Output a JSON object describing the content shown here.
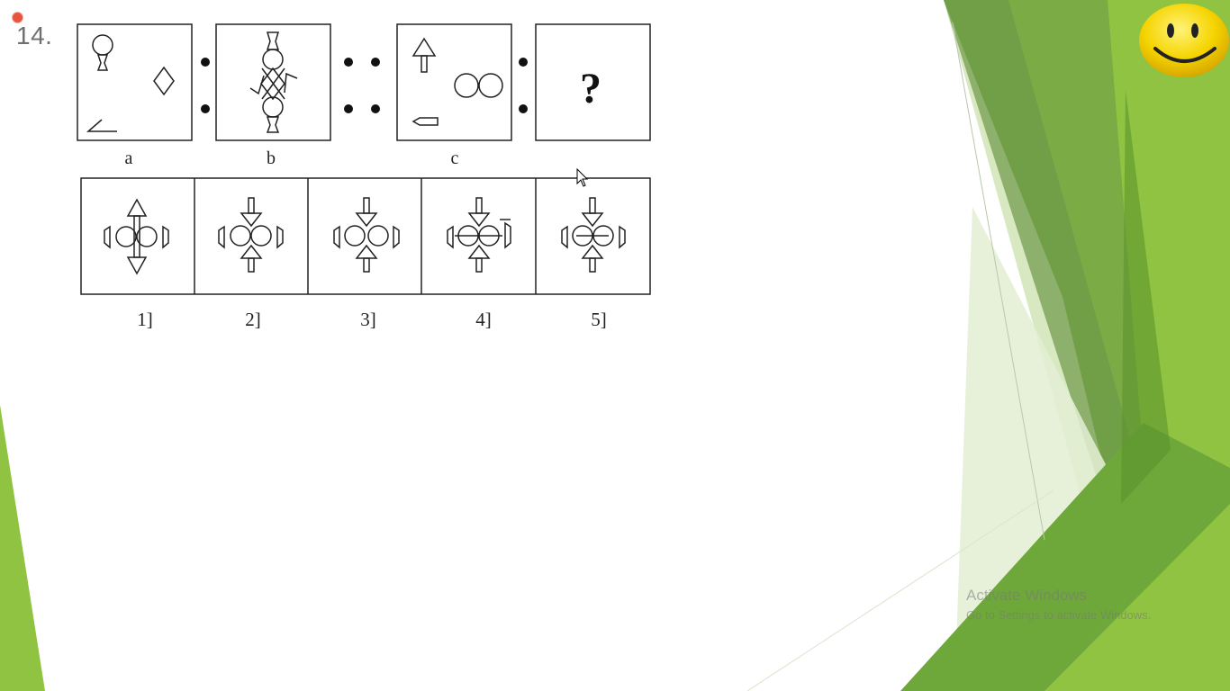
{
  "question": {
    "number": "14."
  },
  "analogy": {
    "labels": [
      "a",
      "b",
      "c"
    ],
    "unknown": "?"
  },
  "options": {
    "labels": [
      "1]",
      "2]",
      "3]",
      "4]",
      "5]"
    ]
  },
  "watermark": {
    "title": "Activate Windows",
    "subtitle": "Go to Settings to activate Windows."
  },
  "theme": {
    "accent_green": "#8fc341",
    "dark_green": "#5e9a2c"
  }
}
